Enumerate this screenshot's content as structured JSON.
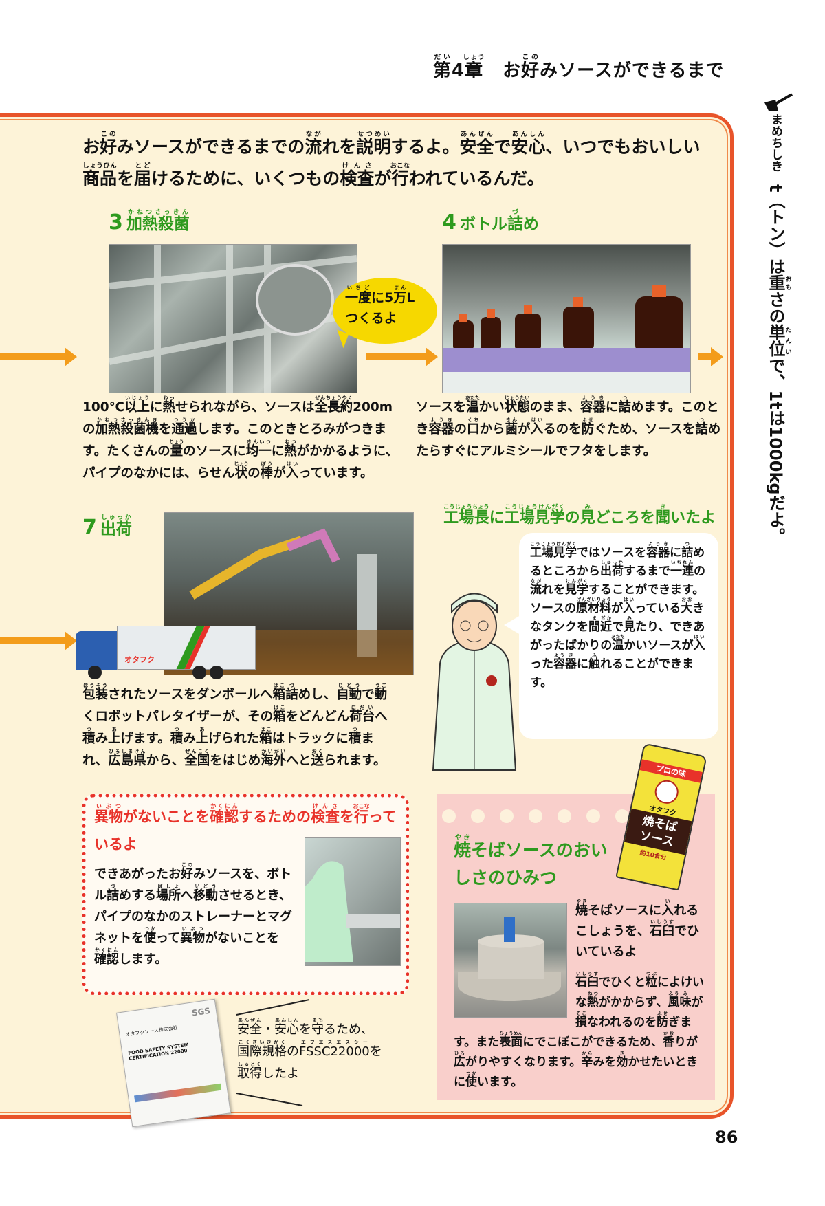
{
  "header": {
    "chapter_num": "{第|だい}4{章|しょう}",
    "chapter_title": "お{好|この}みソースができるまで"
  },
  "intro": "お{好|この}みソースができるまでの{流|なが}れを{説明|せつめい}するよ。{安全|あんぜん}で{安心|あんしん}、いつでもおいしい{商品|しょうひん}を{届|とど}けるために、いくつもの{検査|けんさ}が{行|おこな}われているんだ。",
  "steps": [
    {
      "num": "3",
      "title": "{加熱殺菌|かねつさっきん}",
      "text": "100℃{以上|いじょう}に{熱|ねっ}せられながら、ソースは{全長約|ぜんちょうやく}200mの{加熱殺菌機|かねつさっきんき}を{通過|つうか}します。このときとろみがつきます。たくさんの{量|りょう}のソースに{均一|きんいつ}に{熱|ねつ}がかかるように、パイプのなかには、らせん{状|じょう}の{棒|ぼう}が{入|はい}っています。",
      "bubble_line1": "{一度|いちど}に5{万|まん}L",
      "bubble_line2": "つくるよ"
    },
    {
      "num": "4",
      "title": "ボトル{詰|づ}め",
      "text": "ソースを{温|あたた}かい{状態|じょうたい}のまま、{容器|ようき}に{詰|つ}めます。このとき{容器|ようき}の{口|くち}から{菌|きん}が{入|はい}るのを{防|ふせ}ぐため、ソースを{詰|つ}めたらすぐにアルミシールでフタをします。"
    },
    {
      "num": "7",
      "title": "{出荷|しゅっか}",
      "text": "{包装|ほうそう}されたソースをダンボールへ{箱|はこ}{詰|づ}めし、{自動|じどう}で{動|うご}くロボットパレタイザーが、その{箱|はこ}をどんどん{荷台|にだい}へ{積|つ}み{上|あ}げます。{積|つ}み{上|あ}げられた{箱|はこ}はトラックに{積|つ}まれ、{広島県|ひろしまけん}から、{全国|ぜんこく}をはじめ{海外|かいがい}へと{送|おく}られます。",
      "truck_logo": "オタフク"
    }
  ],
  "interview": {
    "title": "{工場長|こうじょうちょう}に{工場見学|こうじょうけんがく}の{見|み}どころを{聞|き}いたよ",
    "text": "{工場見学|こうじょうけんがく}ではソースを{容器|ようき}に{詰|つ}めるところから{出荷|しゅっか}するまで{一連|いちれん}の{流|なが}れを{見学|けんがく}することができます。ソースの{原材料|げんざいりょう}が{入|はい}っている{大|おお}きなタンクを{間|ま}{近|ぢか}で{見|み}たり、できあがったばかりの{温|あたた}かいソースが{入|はい}った{容|よう}{器|き}に{触|ふ}れることができます。"
  },
  "inspection": {
    "title": "{異物|いぶつ}がないことを{確認|かくにん}するための{検査|けんさ}を{行|おこな}っているよ",
    "text": "できあがったお{好|この}みソースを、ボトル{詰|づ}めする{場所|ばしょ}へ{移動|いどう}させるとき、パイプのなかのストレーナーとマグネットを{使|つか}って{異物|いぶつ}がないことを{確認|かくにん}します。"
  },
  "certification": {
    "text": "{安全|あんぜん}・{安心|あんしん}を{守|まも}るため、{国際規格|こくさいきかく}の{FSSC22000|エフエスエスシー}を{取得|しゅとく}したよ",
    "doc_brand": "SGS",
    "doc_company": "オタフクソース株式会社",
    "doc_title": "FOOD SAFETY SYSTEM CERTIFICATION 22000"
  },
  "yakisoba": {
    "title": "{焼|やき}そばソースのおいしさのひみつ",
    "lead": "{焼|やき}そばソースに{入|い}れるこしょうを、{石臼|いしうす}でひいているよ",
    "text": "{石臼|いしうす}でひくと{粒|つぶ}によけいな{熱|ねつ}がかからず、{風|ふう}{味|み}が{損|そこ}なわれるのを{防|ふせ}ぎます。また{表面|ひょうめん}にでこぼこができるため、{香|かお}りが{広|ひろ}がりやすくなります。{辛|から}みを{効|き}かせたいときに{使|つか}います。",
    "product": {
      "tagline": "プロの味",
      "brand": "オタフク",
      "name_1": "焼そば",
      "name_2": "ソース",
      "servings": "約10食分"
    }
  },
  "sidebar": {
    "label": "まめちしき",
    "text": "t（トン）は{重|おも}さの{単位|たんい}で、1tは1000kgだよ。"
  },
  "page_number": "86",
  "colors": {
    "border": "#e8542a",
    "arrow": "#f39c1b",
    "green": "#2e9a1e",
    "red": "#e8322a",
    "panel": "#fdf3d8",
    "pink": "#f9cfcb"
  }
}
